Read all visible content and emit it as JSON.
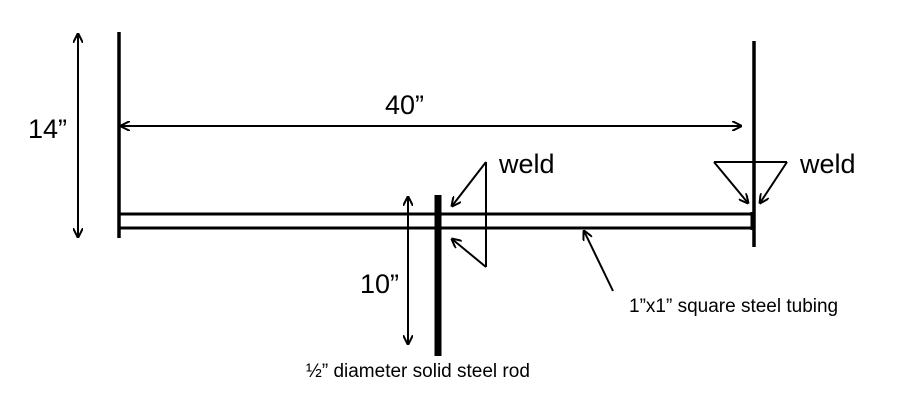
{
  "dimensions": {
    "height_left": "14”",
    "span": "40”",
    "rod_length": "10”"
  },
  "weld_labels": {
    "center": "weld",
    "right": "weld"
  },
  "callouts": {
    "tubing": "1”x1” square steel tubing",
    "rod": "½” diameter solid steel rod"
  },
  "colors": {
    "line": "#000000",
    "background": "#ffffff"
  }
}
